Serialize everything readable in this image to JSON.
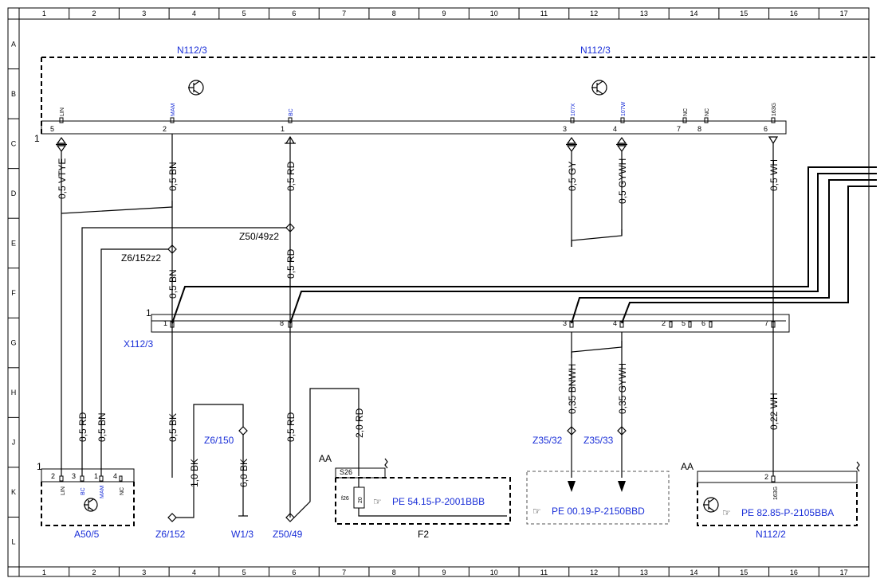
{
  "grid": {
    "columns": [
      "1",
      "2",
      "3",
      "4",
      "5",
      "6",
      "7",
      "8",
      "9",
      "10",
      "11",
      "12",
      "13",
      "14",
      "15",
      "16",
      "17"
    ],
    "rows": [
      "A",
      "B",
      "C",
      "D",
      "E",
      "F",
      "G",
      "H",
      "J",
      "K",
      "L"
    ]
  },
  "components": {
    "n112_3_left": "N112/3",
    "n112_3_right": "N112/3",
    "x112_3": "X112/3",
    "a50_5": "A50/5",
    "z6_152": "Z6/152",
    "w1_3": "W1/3",
    "z50_49": "Z50/49",
    "f2": "F2",
    "n112_2": "N112/2",
    "z35_32": "Z35/32",
    "z35_33": "Z35/33",
    "z6_150": "Z6/150",
    "z50_49z2": "Z50/49z2",
    "z6_152z2": "Z6/152z2"
  },
  "top_pins": [
    {
      "num": "5",
      "signal": "LIN"
    },
    {
      "num": "2",
      "signal": "MAM"
    },
    {
      "num": "1",
      "signal": "BC"
    },
    {
      "num": "3",
      "signal": "107X"
    },
    {
      "num": "4",
      "signal": "107W"
    },
    {
      "num": "7",
      "signal": "NC"
    },
    {
      "num": "8",
      "signal": "NC"
    },
    {
      "num": "6",
      "signal": "163G"
    }
  ],
  "x112_pins": [
    "1",
    "8",
    "3",
    "4",
    "2",
    "5",
    "6",
    "7"
  ],
  "a50_pins": [
    {
      "num": "2",
      "signal": "LIN"
    },
    {
      "num": "3",
      "signal": "BC"
    },
    {
      "num": "1",
      "signal": "MAM"
    },
    {
      "num": "4",
      "signal": "NC"
    }
  ],
  "wires": {
    "vtye": "0,5 VTYE",
    "bn1": "0,5 BN",
    "rd1": "0,5 RD",
    "gy": "0,5 GY",
    "gywh1": "0,5 GYWH",
    "wh": "0,5 WH",
    "rd2": "0,5 RD",
    "bn2": "0,5 BN",
    "rd3": "0,5 RD",
    "bn3": "0,5 BN",
    "bk1": "0,5 BK",
    "bk2": "1,0 BK",
    "bk3": "6,0 BK",
    "rd4": "0,5 RD",
    "rd5": "2,0 RD",
    "bnwh": "0,35 BNWH",
    "gywh2": "0,35 GYWH",
    "wh2": "0,22 WH"
  },
  "misc": {
    "one_a": "1",
    "one_b": "1",
    "one_c": "1",
    "aa1": "AA",
    "aa2": "AA",
    "s26": "S26",
    "f26": "f26",
    "fuse_value": "20",
    "n112_2_pin": "2",
    "n112_2_sig": "163G"
  },
  "refs": {
    "f2_ref": "PE 54.15-P-2001BBB",
    "mid_ref": "PE 00.19-P-2150BBD",
    "n112_2_ref": "PE 82.85-P-2105BBA"
  }
}
